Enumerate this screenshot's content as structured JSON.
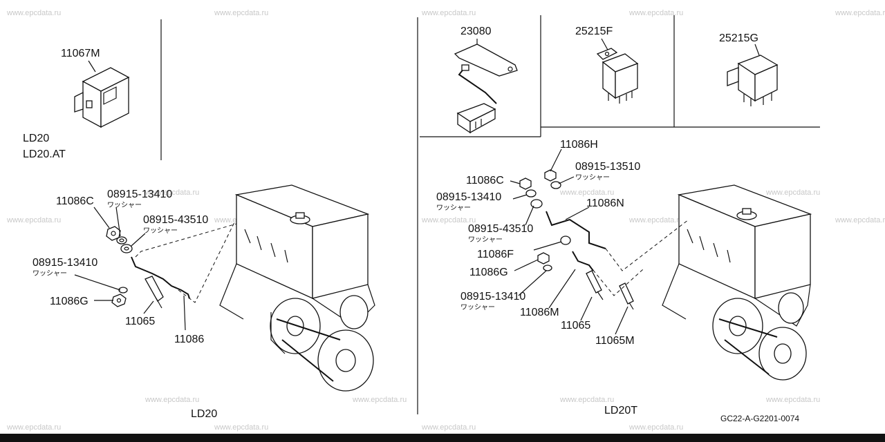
{
  "watermark": "www.epcdata.ru",
  "diagram_code": "GC22-A-G2201-0074",
  "panels": {
    "module": {
      "part": "11067M",
      "applies": [
        "LD20",
        "LD20.AT"
      ]
    },
    "sensor": {
      "part": "23080"
    },
    "relay_f": {
      "part": "25215F"
    },
    "relay_g": {
      "part": "25215G"
    }
  },
  "ld20": {
    "caption": "LD20",
    "labels": {
      "nut_c": "11086C",
      "washer_top": "08915-13410",
      "washer_top_jp": "ワッシャー",
      "washer_mid": "08915-43510",
      "washer_mid_jp": "ワッシャー",
      "washer_low": "08915-13410",
      "washer_low_jp": "ワッシャー",
      "nut_g": "11086G",
      "plug": "11065",
      "pipe": "11086"
    }
  },
  "ld20t": {
    "caption": "LD20T",
    "labels": {
      "nut_h": "11086H",
      "washer_h": "08915-13510",
      "washer_h_jp": "ワッシャー",
      "nut_c": "11086C",
      "washer_c": "08915-13410",
      "washer_c_jp": "ワッシャー",
      "pipe_n": "11086N",
      "washer_mid": "08915-43510",
      "washer_mid_jp": "ワッシャー",
      "nut_f": "11086F",
      "nut_g": "11086G",
      "washer_low": "08915-13410",
      "washer_low_jp": "ワッシャー",
      "pipe_m": "11086M",
      "plug": "11065",
      "plug_m": "11065M"
    }
  }
}
